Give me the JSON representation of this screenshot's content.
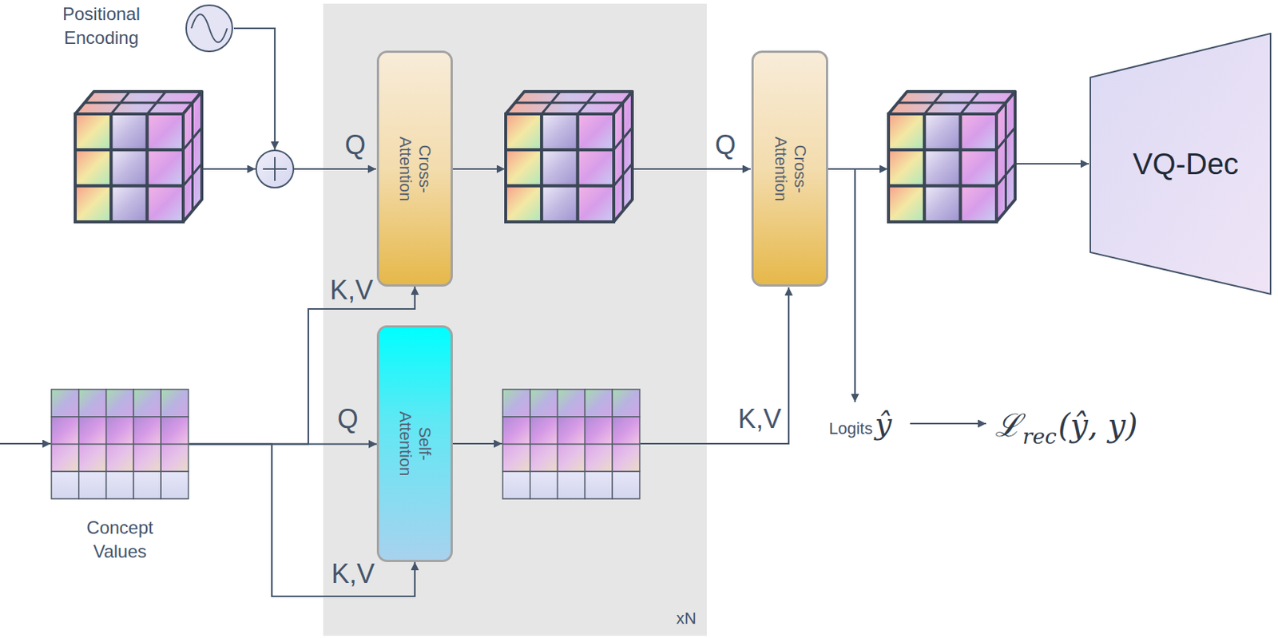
{
  "diagram": {
    "nodes": [
      {
        "text": [
          "Positional Encoding"
        ]
      },
      {
        "text": [
          "xN"
        ]
      },
      {
        "text": [
          "Cross-Attention"
        ],
        "in": 1
      },
      {
        "text": [
          "Self-Attention"
        ],
        "in": 1
      },
      {
        "text": [
          "Cross-Attention"
        ]
      },
      {
        "text": [
          "VQ-Dec"
        ]
      },
      {
        "text": [
          "Concept Values"
        ]
      }
    ],
    "edges": [
      {
        "from": 6,
        "to": 3,
        "arrow": "to",
        "label": "Q"
      },
      {
        "from": 6,
        "to": 3,
        "arrow": "to",
        "label": "K,V"
      },
      {
        "from": 6,
        "to": 2,
        "arrow": "to",
        "label": "K,V"
      }
    ],
    "labels": [
      "Q",
      "Q",
      "K,V",
      "Logits",
      "ŷ",
      "ℒ",
      "rec",
      "(ŷ, y)"
    ]
  }
}
